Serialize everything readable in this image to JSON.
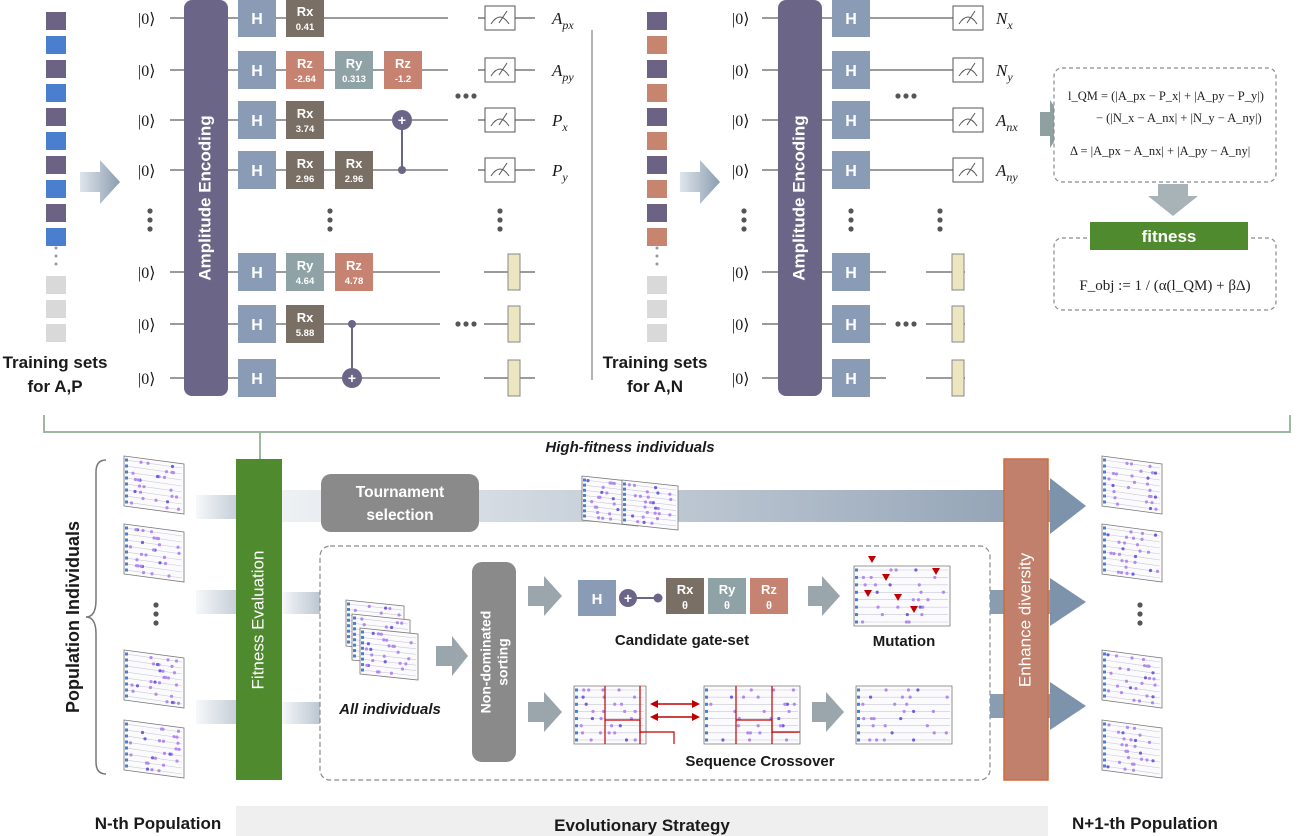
{
  "ket": "|0⟩",
  "colors": {
    "encoding": "#6b6687",
    "hadamard": "#8a9cb5",
    "rx": "#7a6f64",
    "ry": "#8fa2a6",
    "rz": "#c78371",
    "green": "#4f8a2f",
    "enhance": "#c0806b",
    "grayblock": "#8a8a8a",
    "blue_cell": "#4a7fd0",
    "purple_cell": "#6c6384",
    "salmon_cell": "#c7846f",
    "light_cell": "#d9d9d9"
  },
  "top_left": {
    "encoding_label": "Amplitude Encoding",
    "training_label_line1": "Training sets",
    "training_label_line2": "for A,P",
    "hadamard": "H",
    "gates": [
      {
        "name": "Rx",
        "value": "0.41"
      },
      {
        "name": "Rz",
        "value": "-2.64"
      },
      {
        "name": "Ry",
        "value": "0.313"
      },
      {
        "name": "Rz",
        "value": "-1.2"
      },
      {
        "name": "Rx",
        "value": "3.74"
      },
      {
        "name": "Rx",
        "value": "2.96"
      },
      {
        "name": "Rx",
        "value": "2.96"
      },
      {
        "name": "Ry",
        "value": "4.64"
      },
      {
        "name": "Rz",
        "value": "4.78"
      },
      {
        "name": "Rx",
        "value": "5.88"
      }
    ],
    "outputs": [
      "A_px",
      "A_py",
      "P_x",
      "P_y"
    ]
  },
  "top_right": {
    "encoding_label": "Amplitude Encoding",
    "training_label_line1": "Training sets",
    "training_label_line2": "for A,N",
    "outputs": [
      "N_x",
      "N_y",
      "A_nx",
      "A_ny"
    ]
  },
  "formula": {
    "lqm_line1": "l_QM = (|A_px − P_x| + |A_py − P_y|)",
    "lqm_line2": "− (|N_x − A_nx| + |N_y − A_ny|)",
    "delta": "Δ = |A_px − A_nx| + |A_py − A_ny|",
    "fitness_label": "fitness",
    "fobj": "F_obj := 1 / (α(l_QM) + βΔ)"
  },
  "bottom": {
    "high_fitness": "High-fitness individuals",
    "population_individuals": "Population Individuals",
    "fitness_evaluation": "Fitness Evaluation",
    "tournament_line1": "Tournament",
    "tournament_line2": "selection",
    "all_individuals": "All individuals",
    "non_dominated": "Non-dominated",
    "sorting": "sorting",
    "candidate_gate_set": "Candidate gate-set",
    "gate_h": "H",
    "gate_rx": "Rx",
    "gate_ry": "Ry",
    "gate_rz": "Rz",
    "theta": "θ",
    "mutation": "Mutation",
    "sequence_crossover": "Sequence Crossover",
    "enhance_diversity": "Enhance diversity",
    "n_population": "N-th Population",
    "evolutionary_strategy": "Evolutionary Strategy",
    "n1_population": "N+1-th Population"
  }
}
